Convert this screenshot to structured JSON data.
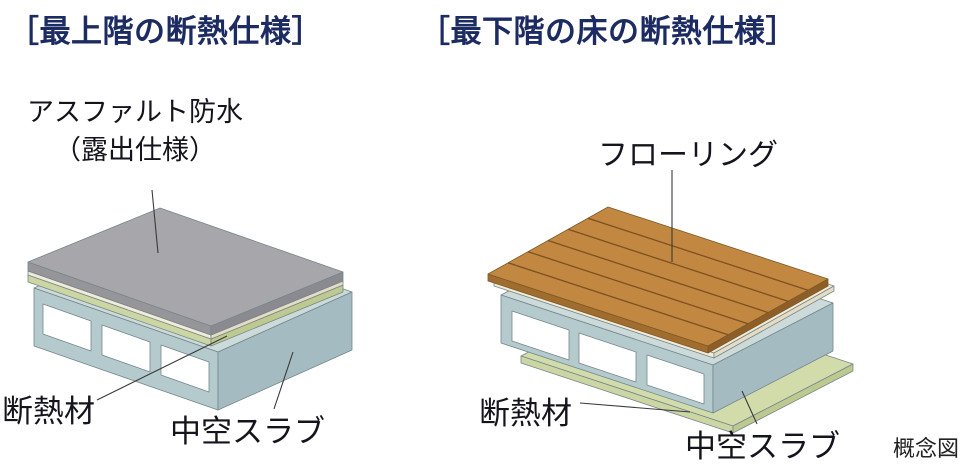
{
  "titles": {
    "left": "［最上階の断熱仕様］",
    "right": "［最下階の床の断熱仕様］"
  },
  "left_diagram": {
    "name": "最上階の断熱仕様",
    "labels": {
      "surface_line1": "アスファルト防水",
      "surface_line2": "（露出仕様）",
      "insulation": "断熱材",
      "slab": "中空スラブ"
    }
  },
  "right_diagram": {
    "name": "最下階の床の断熱仕様",
    "labels": {
      "flooring": "フローリング",
      "insulation": "断熱材",
      "slab": "中空スラブ"
    }
  },
  "footnote": "概念図",
  "colors": {
    "title_text": "#1d2b63",
    "label_text": "#14141c",
    "leader_line": "#3a3a3a",
    "asphalt_top": "#a7a6aa",
    "asphalt_left": "#96959a",
    "asphalt_right": "#8b8a90",
    "cream": "#f1ebd7",
    "cream_dark": "#e5dcc3",
    "insulation_green": "#ccd6a3",
    "insulation_green_dark": "#bdc98e",
    "insulation_green_top": "#d2dcab",
    "slab_top": "#ccdbda",
    "slab_front": "#b5cacd",
    "slab_side": "#a4bcc1",
    "wood_top": "#c28740",
    "wood_seam": "#7d5220",
    "wood_left": "#a06d2f",
    "wood_right": "#8d5e28",
    "core_white": "#ffffff"
  }
}
